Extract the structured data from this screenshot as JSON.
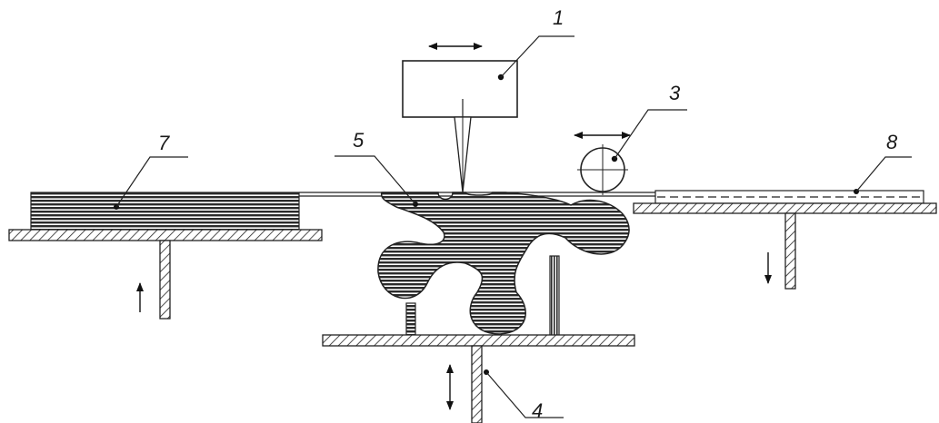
{
  "labels": {
    "laser": "1",
    "roller": "3",
    "platform": "4",
    "part": "5",
    "feed_stack": "7",
    "waste": "8"
  }
}
